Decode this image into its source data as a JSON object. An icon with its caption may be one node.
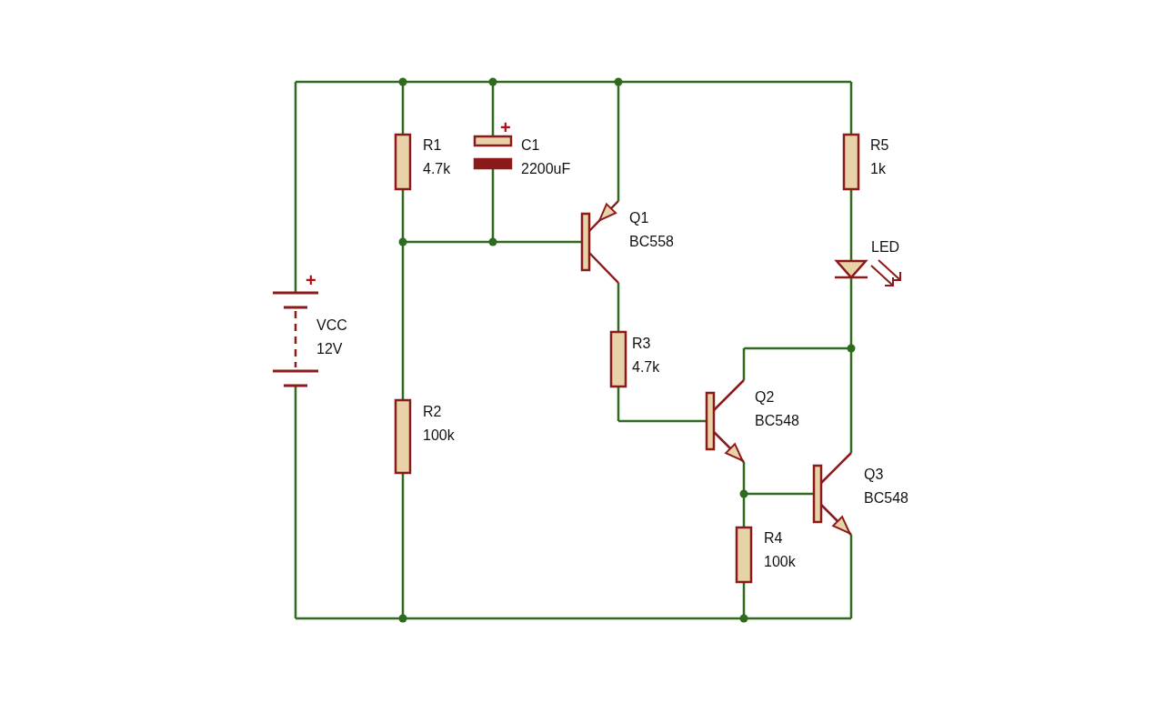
{
  "diagram": {
    "labels": [
      "R1",
      "4.7k",
      "+",
      "C1",
      "2200uF",
      "R5",
      "1k",
      "Q1",
      "BC558",
      "LED",
      "+",
      "VCC",
      "12V",
      "R3",
      "4.7k",
      "Q2",
      "BC548",
      "R2",
      "100k",
      "Q3",
      "BC548",
      "R4",
      "100k"
    ]
  }
}
